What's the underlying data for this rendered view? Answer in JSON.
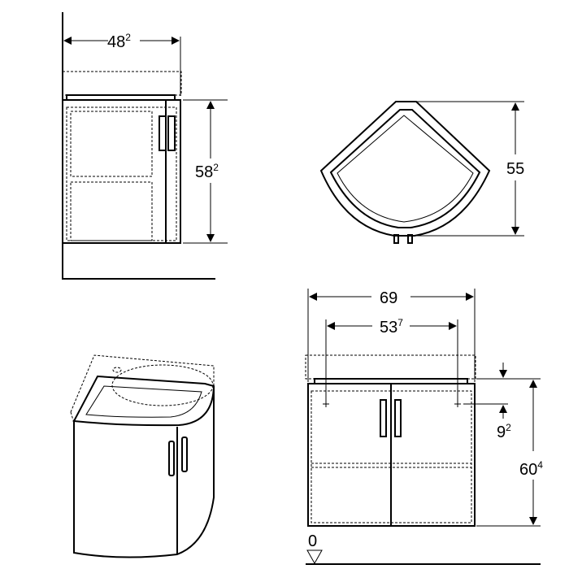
{
  "dimensions": {
    "side_depth": {
      "main": "48",
      "sup": "2"
    },
    "side_height": {
      "main": "58",
      "sup": "2"
    },
    "top_depth": {
      "main": "55",
      "sup": ""
    },
    "front_width": {
      "main": "69",
      "sup": ""
    },
    "tap_spacing": {
      "main": "53",
      "sup": "7"
    },
    "tap_offset": {
      "main": "9",
      "sup": "2"
    },
    "front_height": {
      "main": "60",
      "sup": "4"
    },
    "floor_level": {
      "main": "0",
      "sup": ""
    }
  },
  "colors": {
    "line": "#000000",
    "background": "#ffffff"
  }
}
